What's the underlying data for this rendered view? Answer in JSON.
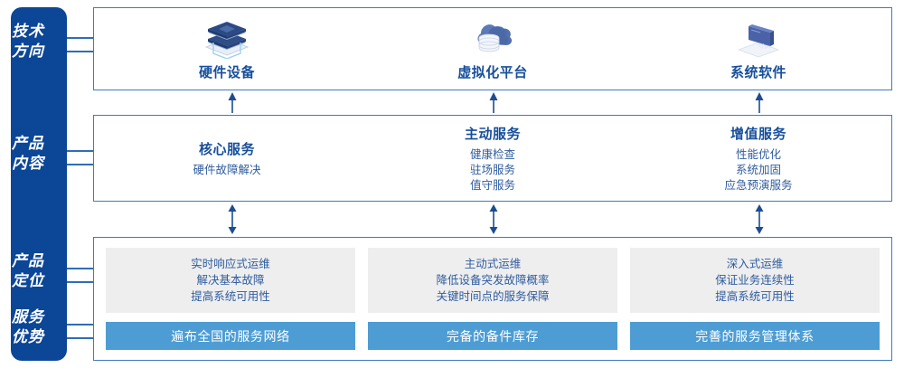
{
  "sidebar": {
    "labels": [
      {
        "name": "tech-direction",
        "line1": "技术",
        "line2": "方向"
      },
      {
        "name": "product-content",
        "line1": "产品",
        "line2": "内容"
      },
      {
        "name": "product-position",
        "line1": "产品",
        "line2": "定位"
      },
      {
        "name": "service-advantage",
        "line1": "服务",
        "line2": "优势"
      }
    ],
    "color": "#0b4697"
  },
  "tech_row": {
    "items": [
      {
        "icon": "server-stack-icon",
        "label": "硬件设备"
      },
      {
        "icon": "cloud-database-icon",
        "label": "虚拟化平台"
      },
      {
        "icon": "laptop-code-icon",
        "label": "系统软件"
      }
    ]
  },
  "product_row": {
    "columns": [
      {
        "title": "核心服务",
        "items": [
          "硬件故障解决"
        ]
      },
      {
        "title": "主动服务",
        "items": [
          "健康检查",
          "驻场服务",
          "值守服务"
        ]
      },
      {
        "title": "增值服务",
        "items": [
          "性能优化",
          "系统加固",
          "应急预演服务"
        ]
      }
    ]
  },
  "position_row": {
    "columns": [
      {
        "points": [
          "实时响应式运维",
          "解决基本故障",
          "提高系统可用性"
        ],
        "advantage": "遍布全国的服务网络"
      },
      {
        "points": [
          "主动式运维",
          "降低设备突发故障概率",
          "关键时间点的服务保障"
        ],
        "advantage": "完备的备件库存"
      },
      {
        "points": [
          "深入式运维",
          "保证业务连续性",
          "提高系统可用性"
        ],
        "advantage": "完善的服务管理体系"
      }
    ]
  },
  "colors": {
    "sidebar_blue": "#0b4697",
    "panel_border": "#3f7bc0",
    "text_blue": "#174f9c",
    "body_blue": "#2f5c9e",
    "advantage_bar": "#4d9dd4",
    "gray_box": "#eeeeee",
    "arrow": "#1c4d93"
  }
}
